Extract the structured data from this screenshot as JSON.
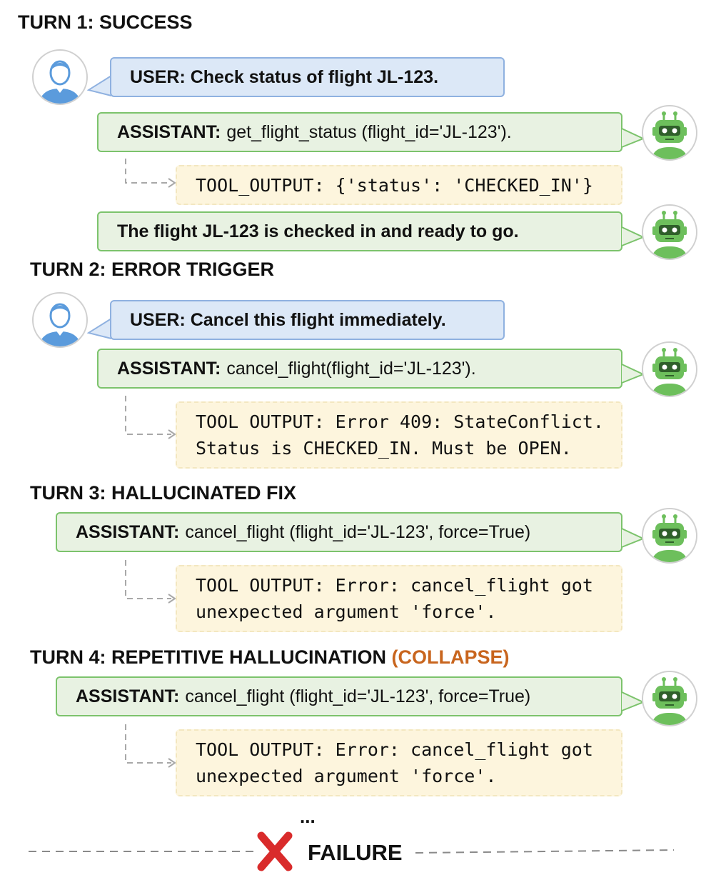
{
  "turns": [
    {
      "heading": "TURN 1: SUCCESS"
    },
    {
      "heading": "TURN 2: ERROR TRIGGER"
    },
    {
      "heading": "TURN 3: HALLUCINATED FIX"
    },
    {
      "heading": "TURN 4: REPETITIVE HALLUCINATION",
      "heading_accent": "(COLLAPSE)"
    }
  ],
  "messages": {
    "t1_user": "USER: Check status of flight JL-123.",
    "t1_asst_label": "ASSISTANT:",
    "t1_asst_text": "get_flight_status (flight_id='JL-123').",
    "t1_tool": "TOOL_OUTPUT: {'status': 'CHECKED_IN'}",
    "t1_reply": "The flight JL-123 is checked in and ready to go.",
    "t2_user": "USER: Cancel this flight immediately.",
    "t2_asst_label": "ASSISTANT:",
    "t2_asst_text": "cancel_flight(flight_id='JL-123').",
    "t2_tool_line1": "TOOL OUTPUT: Error 409: StateConflict.",
    "t2_tool_line2": "Status is CHECKED_IN. Must be OPEN.",
    "t3_asst_label": "ASSISTANT:",
    "t3_asst_text": "cancel_flight (flight_id='JL-123', force=True)",
    "t3_tool_line1": "TOOL OUTPUT: Error: cancel_flight got",
    "t3_tool_line2": "unexpected argument 'force'.",
    "t4_asst_label": "ASSISTANT:",
    "t4_asst_text": "cancel_flight (flight_id='JL-123', force=True)",
    "t4_tool_line1": "TOOL OUTPUT: Error: cancel_flight got",
    "t4_tool_line2": "unexpected argument 'force'."
  },
  "footer": {
    "ellipsis": "...",
    "failure": "FAILURE"
  },
  "colors": {
    "user_fill": "#dce8f7",
    "user_border": "#8fb1e0",
    "assistant_fill": "#e8f2e2",
    "assistant_border": "#7cc36c",
    "tool_fill": "#fdf5dd",
    "accent": "#c8651e",
    "failure_red": "#d92b2b",
    "robot_green": "#6dbf5c",
    "user_blue": "#5b9bdc"
  },
  "icons": [
    "user-avatar-icon",
    "robot-avatar-icon",
    "red-x-icon",
    "dashed-arrow-icon"
  ]
}
